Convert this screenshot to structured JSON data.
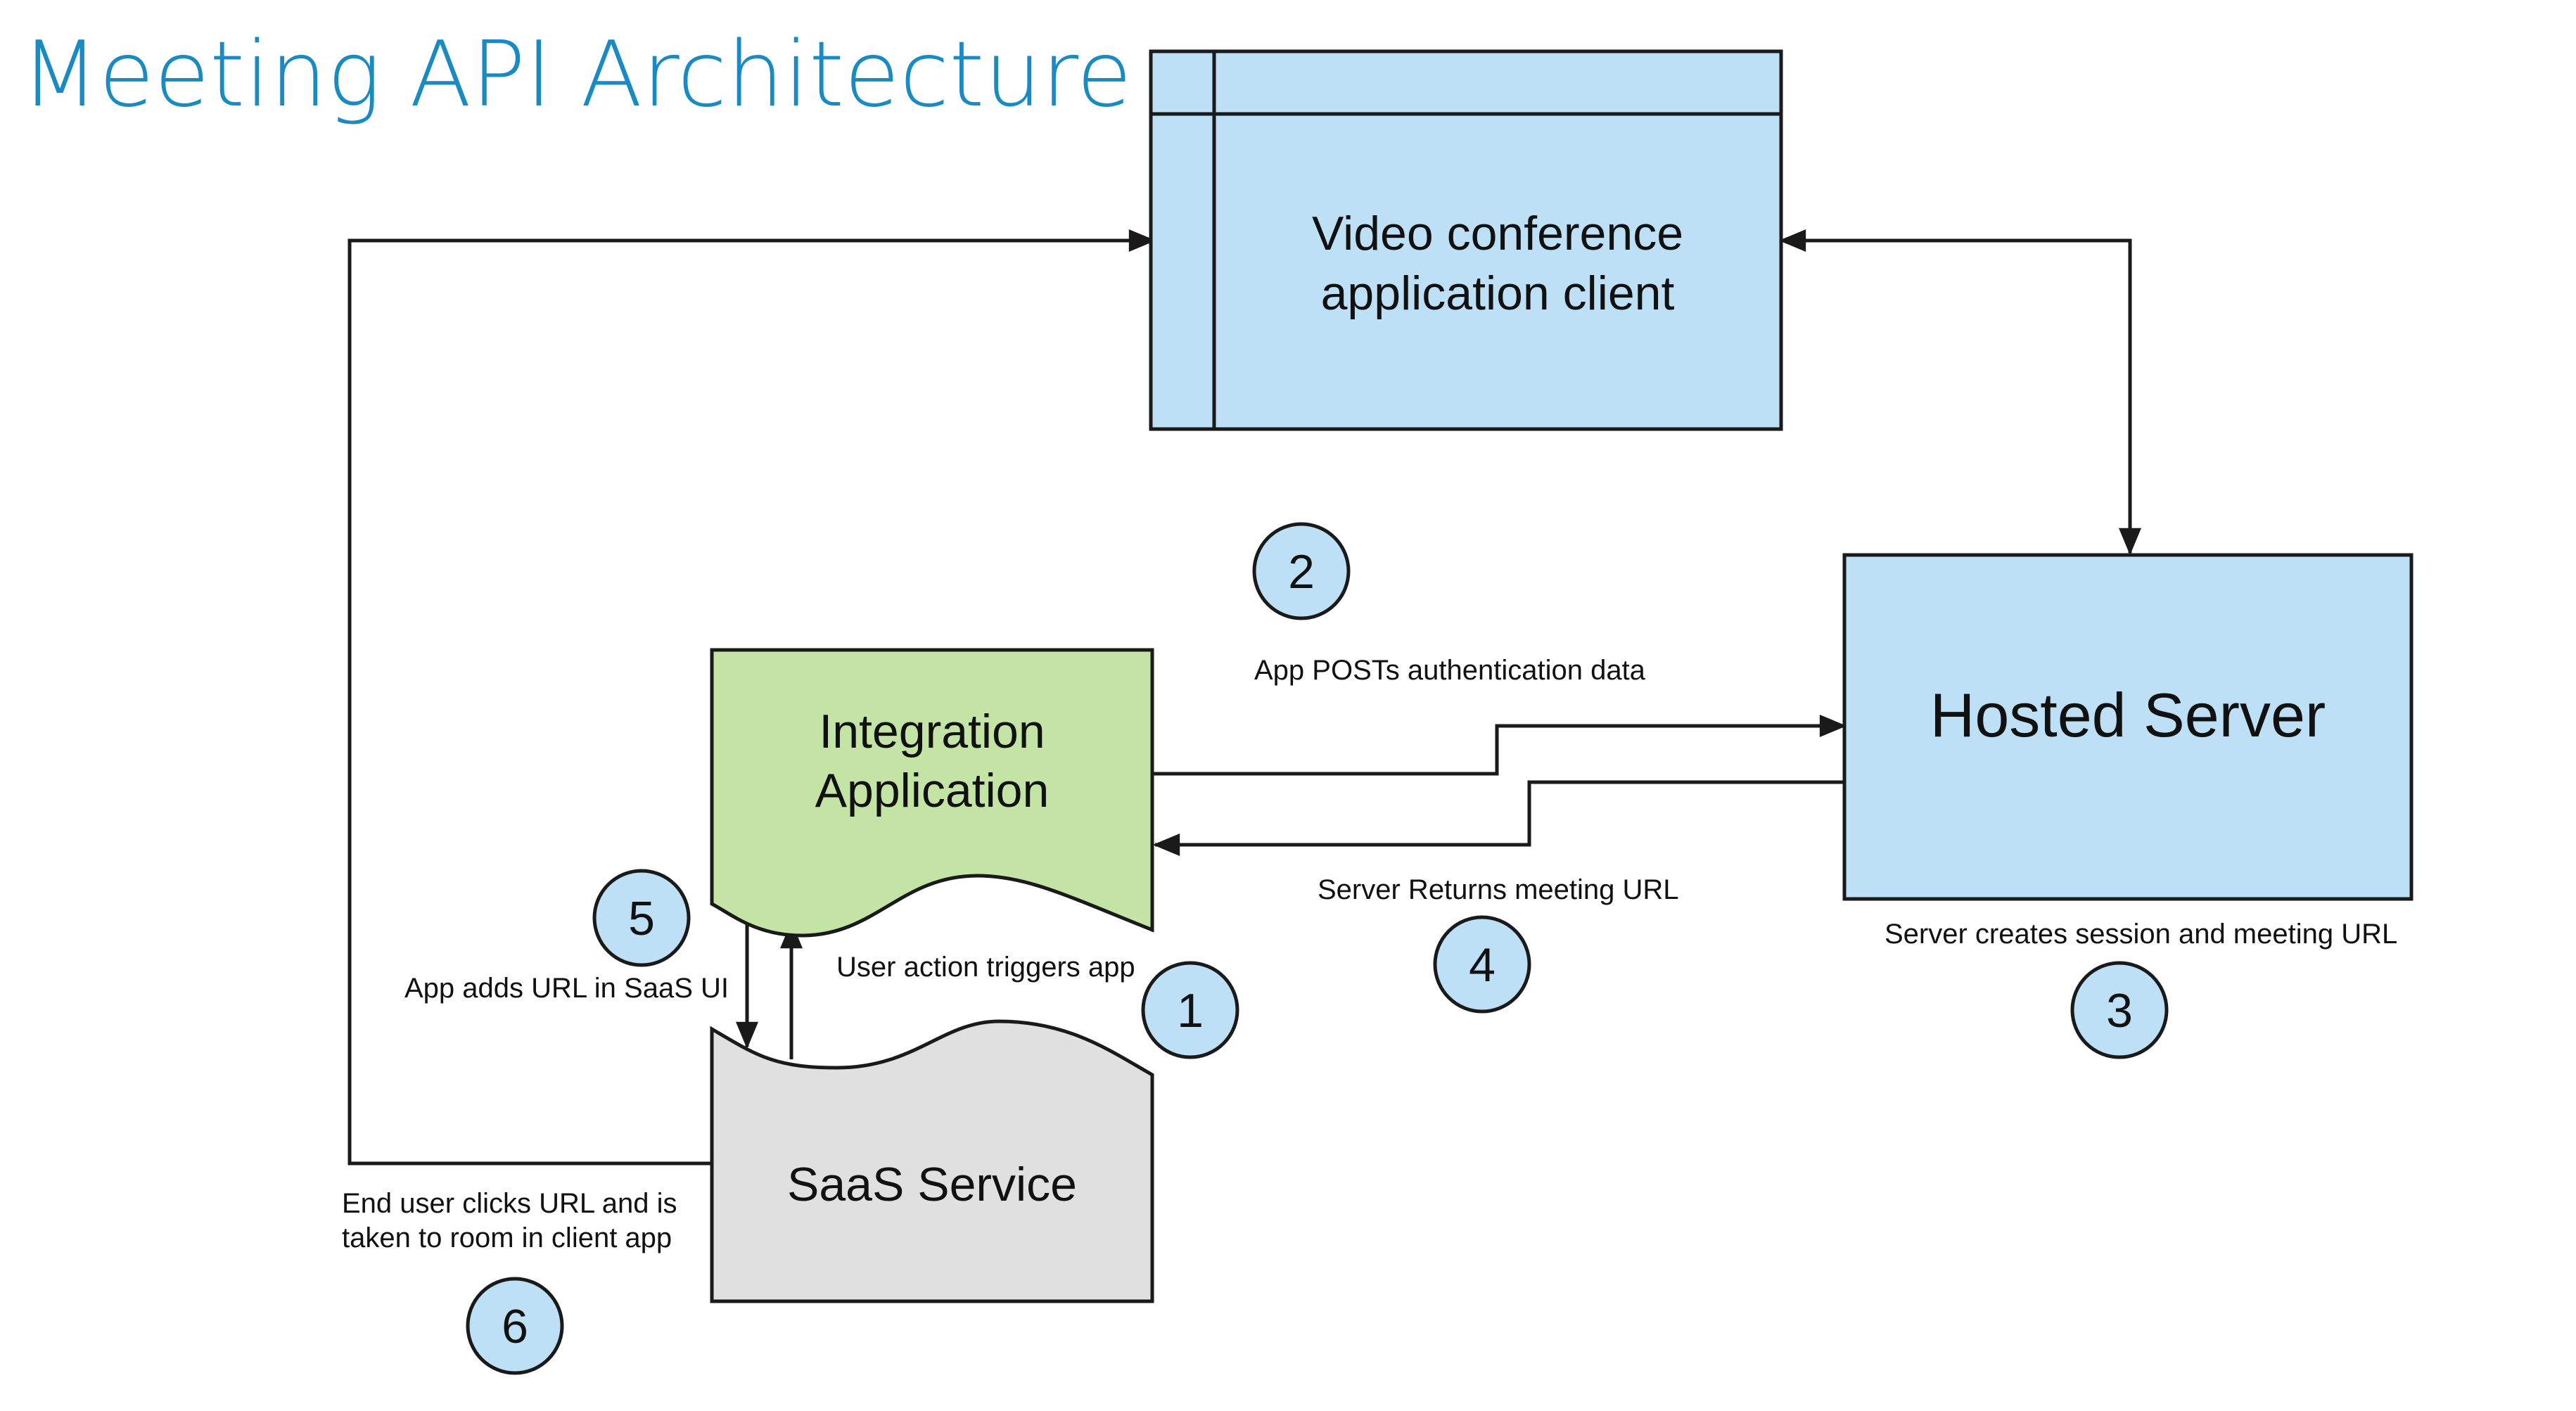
{
  "title": "Meeting API Architecture",
  "colors": {
    "title": "#1a8ac2",
    "client_fill": "#bde0f6",
    "server_fill": "#bde0f6",
    "integration_fill": "#c4e4a5",
    "saas_fill": "#e0e0e0",
    "badge_fill": "#bde0f6",
    "stroke": "#1a1a1a"
  },
  "nodes": {
    "video_client": {
      "line1": "Video conference",
      "line2": "application client"
    },
    "hosted_server": {
      "label": "Hosted Server"
    },
    "integration_app": {
      "line1": "Integration",
      "line2": "Application"
    },
    "saas_service": {
      "label": "SaaS Service"
    }
  },
  "steps": [
    {
      "number": "1",
      "text": "User action triggers app"
    },
    {
      "number": "2",
      "text": "App POSTs authentication data"
    },
    {
      "number": "3",
      "text": "Server creates session and meeting URL"
    },
    {
      "number": "4",
      "text": "Server Returns meeting URL"
    },
    {
      "number": "5",
      "text": "App adds URL in SaaS UI"
    },
    {
      "number": "6",
      "text_line1": "End user clicks URL and is",
      "text_line2": "taken to room in client app"
    }
  ]
}
